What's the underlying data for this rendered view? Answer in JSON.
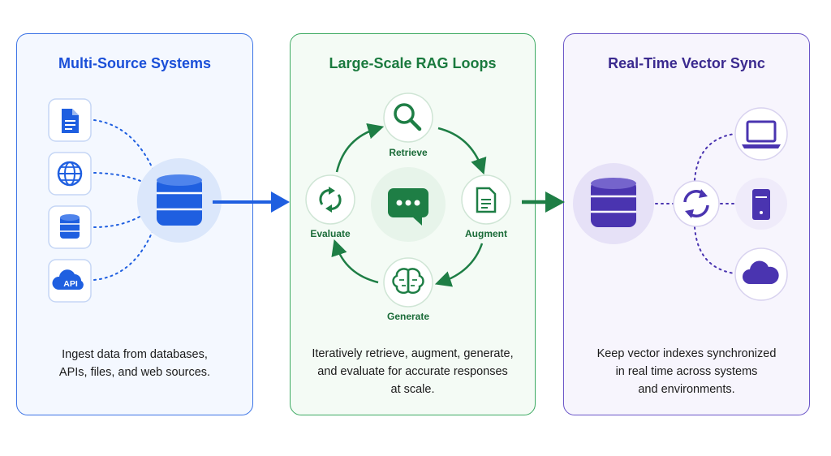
{
  "panels": {
    "sources": {
      "title": "Multi-Source Systems",
      "desc": [
        "Ingest data from databases,",
        "APIs, files, and web sources."
      ],
      "api_badge": "API"
    },
    "rag": {
      "title": "Large-Scale RAG Loops",
      "steps": [
        "Retrieve",
        "Augment",
        "Generate",
        "Evaluate"
      ],
      "desc": [
        "Iteratively retrieve, augment, generate,",
        "and evaluate for accurate responses",
        "at scale."
      ]
    },
    "sync": {
      "title": "Real-Time Vector Sync",
      "desc": [
        "Keep vector indexes synchronized",
        "in real time across systems",
        "and environments."
      ]
    }
  },
  "colors": {
    "blue": "#1f5fe0",
    "green": "#1e7e45",
    "purple": "#4a34b0"
  }
}
